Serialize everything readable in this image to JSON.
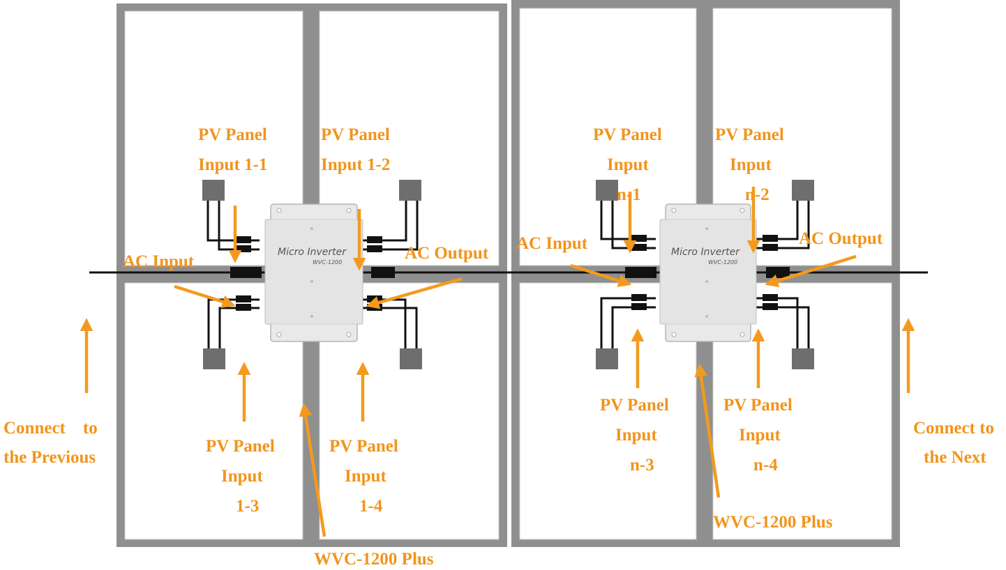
{
  "colors": {
    "label": "#f2941c",
    "arrow": "#f39a1e",
    "panel_frame": "#8f8f8f",
    "panel_face": "#ffffff",
    "inverter_body": "#e9e9e9",
    "cable": "#111111",
    "junction_box": "#6e6e6e"
  },
  "inverters": [
    {
      "title": "Micro Inverter",
      "model": "WVC-1200"
    },
    {
      "title": "Micro Inverter",
      "model": "WVC-1200"
    }
  ],
  "labels": {
    "pv_1_1": [
      "PV Panel",
      "Input 1-1"
    ],
    "pv_1_2": [
      "PV Panel",
      "Input 1-2"
    ],
    "pv_1_3": [
      "PV Panel",
      "Input",
      "1-3"
    ],
    "pv_1_4": [
      "PV Panel",
      "Input",
      "1-4"
    ],
    "pv_n_1": [
      "PV Panel",
      "Input",
      "n-1"
    ],
    "pv_n_2": [
      "PV Panel",
      "Input",
      "n-2"
    ],
    "pv_n_3": [
      "PV Panel",
      "Input",
      "n-3"
    ],
    "pv_n_4": [
      "PV Panel",
      "Input",
      "n-4"
    ],
    "ac_input_1": "AC Input",
    "ac_output_1": "AC Output",
    "ac_input_2": "AC Input",
    "ac_output_2": "AC Output",
    "connect_previous": [
      "Connect    to",
      "the Previous"
    ],
    "connect_next": [
      "Connect to",
      "the Next"
    ],
    "model_1": "WVC-1200 Plus",
    "model_2": "WVC-1200 Plus"
  }
}
